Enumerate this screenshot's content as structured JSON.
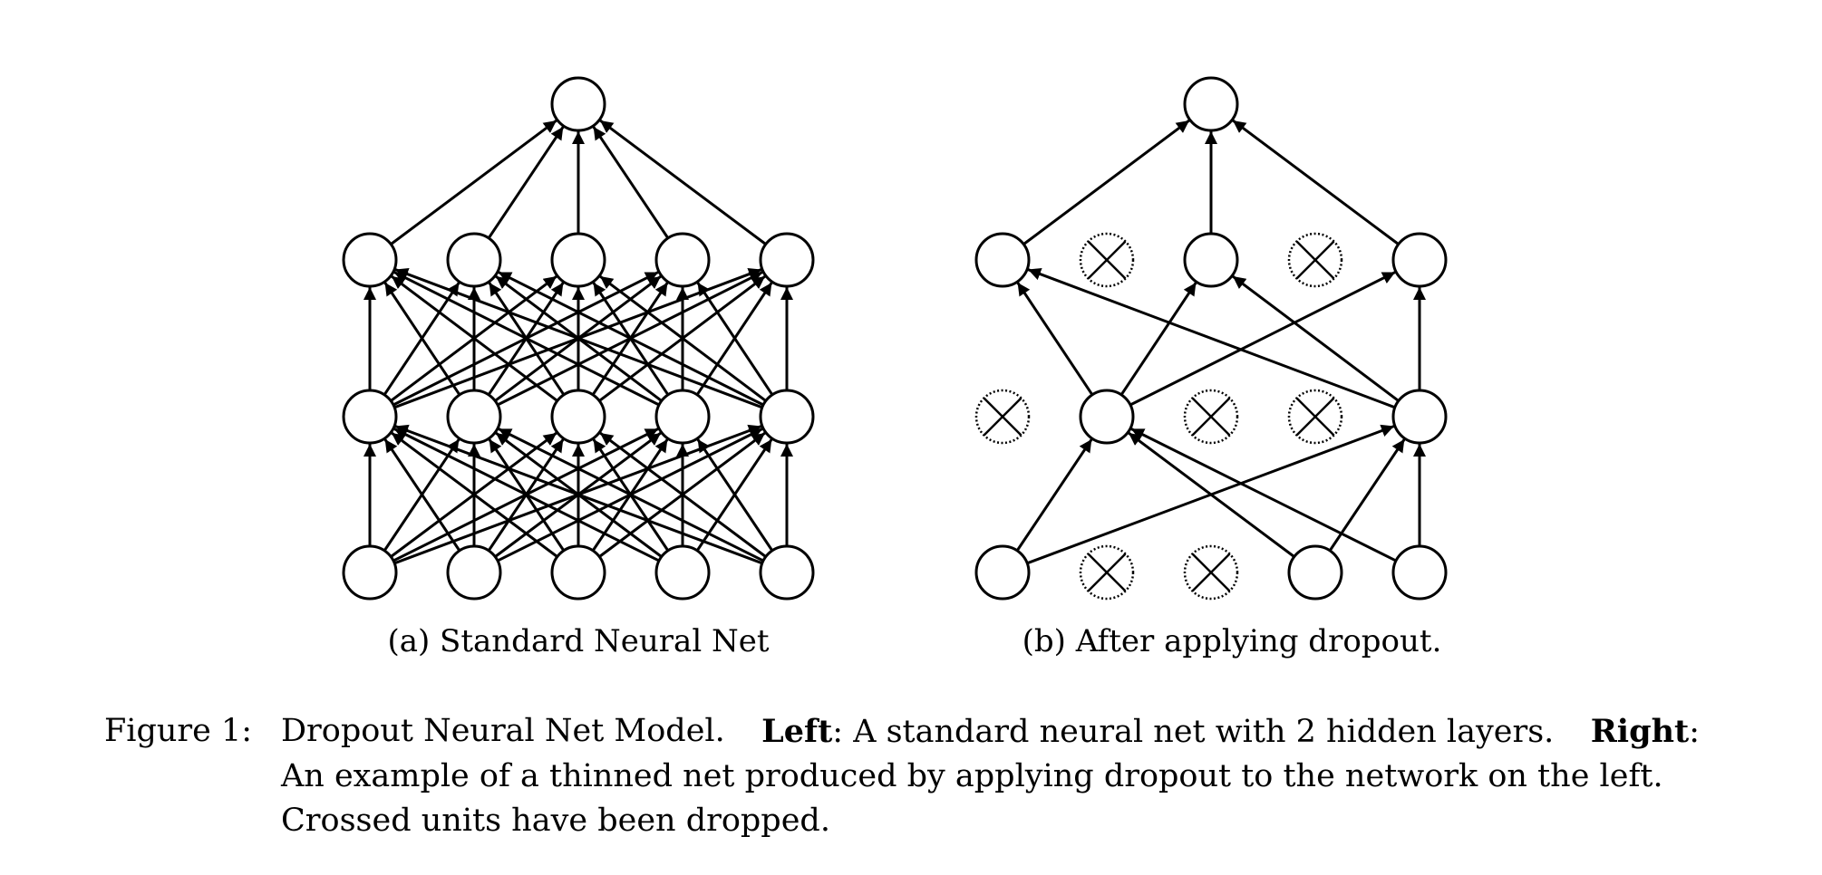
{
  "colors": {
    "stroke": "#000000",
    "background": "#ffffff"
  },
  "panels": [
    {
      "id": "a",
      "caption": "(a) Standard Neural Net",
      "layers": [
        5,
        5,
        5,
        1
      ],
      "dropped": [
        [],
        [],
        [],
        []
      ],
      "edges": "full"
    },
    {
      "id": "b",
      "caption": "(b) After applying dropout.",
      "layers": [
        5,
        5,
        5,
        1
      ],
      "dropped": [
        [
          1,
          2
        ],
        [
          0,
          2,
          3
        ],
        [
          1,
          3
        ],
        []
      ],
      "edges": [
        [
          [
            0,
            0
          ],
          [
            1,
            1
          ]
        ],
        [
          [
            0,
            0
          ],
          [
            1,
            4
          ]
        ],
        [
          [
            0,
            3
          ],
          [
            1,
            1
          ]
        ],
        [
          [
            0,
            3
          ],
          [
            1,
            4
          ]
        ],
        [
          [
            0,
            4
          ],
          [
            1,
            1
          ]
        ],
        [
          [
            0,
            4
          ],
          [
            1,
            4
          ]
        ],
        [
          [
            1,
            1
          ],
          [
            2,
            0
          ]
        ],
        [
          [
            1,
            1
          ],
          [
            2,
            2
          ]
        ],
        [
          [
            1,
            1
          ],
          [
            2,
            4
          ]
        ],
        [
          [
            1,
            4
          ],
          [
            2,
            0
          ]
        ],
        [
          [
            1,
            4
          ],
          [
            2,
            2
          ]
        ],
        [
          [
            1,
            4
          ],
          [
            2,
            4
          ]
        ],
        [
          [
            2,
            0
          ],
          [
            3,
            0
          ]
        ],
        [
          [
            2,
            2
          ],
          [
            3,
            0
          ]
        ],
        [
          [
            2,
            4
          ],
          [
            3,
            0
          ]
        ]
      ]
    }
  ],
  "caption": {
    "label": "Figure 1:",
    "text_1": "Dropout Neural Net Model.",
    "bold_1": "Left",
    "text_2": ": A standard neural net with 2 hidden layers.",
    "bold_2": "Right",
    "text_3": ":",
    "line_2": "An example of a thinned net produced by applying dropout to the network on the left.",
    "line_3": "Crossed units have been dropped."
  }
}
